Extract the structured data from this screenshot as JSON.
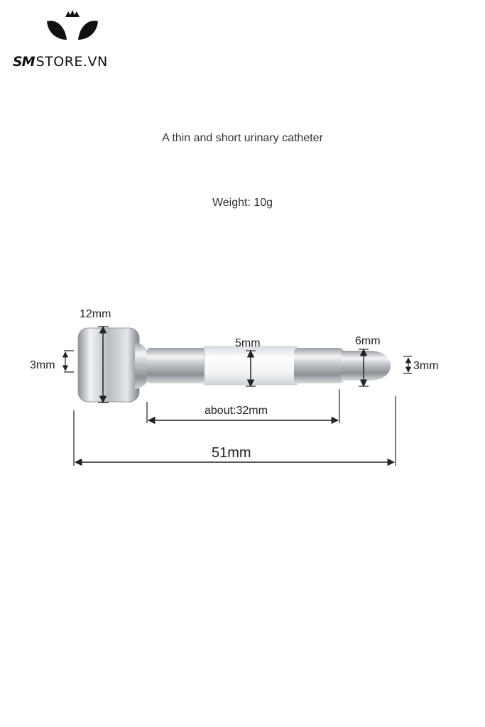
{
  "brand": {
    "logo_text_bold": "SM",
    "logo_text_rest": "STORE.VN"
  },
  "caption_title": "A thin and short urinary catheter",
  "caption_weight": "Weight: 10g",
  "dimensions": {
    "head_diameter": "12mm",
    "head_left_gap": "3mm",
    "shaft_diameter": "5mm",
    "tip_diameter": "6mm",
    "tip_right_gap": "3mm",
    "shaft_length": "about:32mm",
    "total_length": "51mm"
  },
  "colors": {
    "metal": "#c9ccd0",
    "tube": "#eef1f4",
    "line": "#222222"
  }
}
